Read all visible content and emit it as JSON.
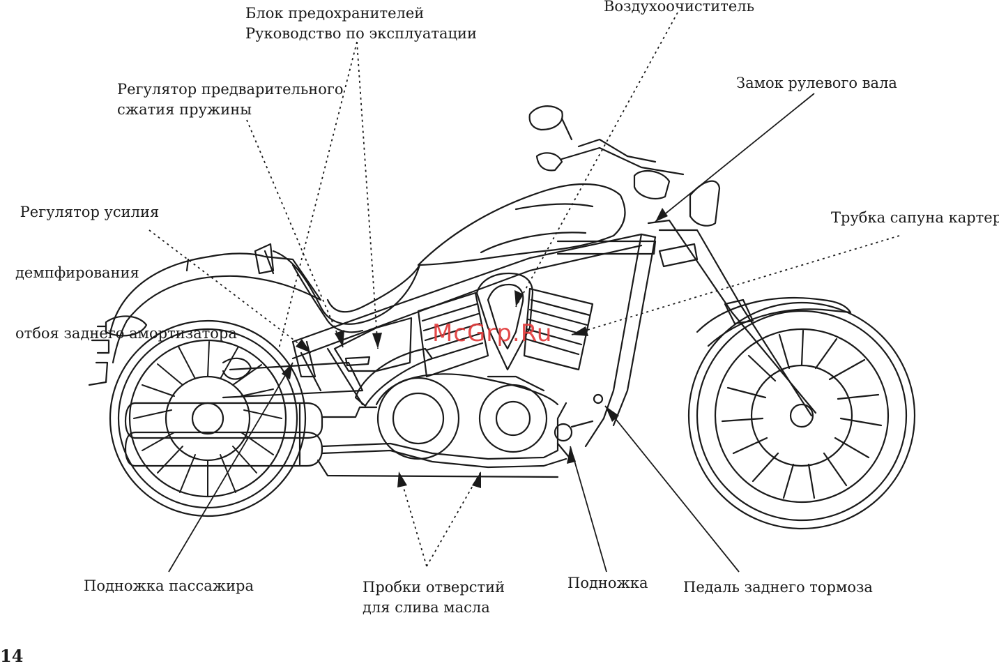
{
  "labels": {
    "fuse_box": [
      "Блок предохранителей",
      "Руководство по эксплуатации"
    ],
    "air_cleaner": "Воздухоочиститель",
    "steering_lock": "Замок рулевого вала",
    "spring_preload": [
      "Регулятор предварительного",
      "сжатия пружины"
    ],
    "rebound_damping": [
      " Регулятор усилия",
      "демпфирования",
      "отбоя заднего амортизатора"
    ],
    "crankcase_breather": "Трубка сапуна картера",
    "passenger_footpeg": "Подножка пассажира",
    "oil_drain_plugs": [
      "Пробки отверстий",
      "для слива масла"
    ],
    "footpeg": "Подножка",
    "rear_brake_pedal": "Педаль заднего тормоза"
  },
  "watermark": "McGrp.Ru",
  "page_number": "14",
  "colors": {
    "line": "#1a1a1a",
    "watermark": "#e23b3b"
  }
}
